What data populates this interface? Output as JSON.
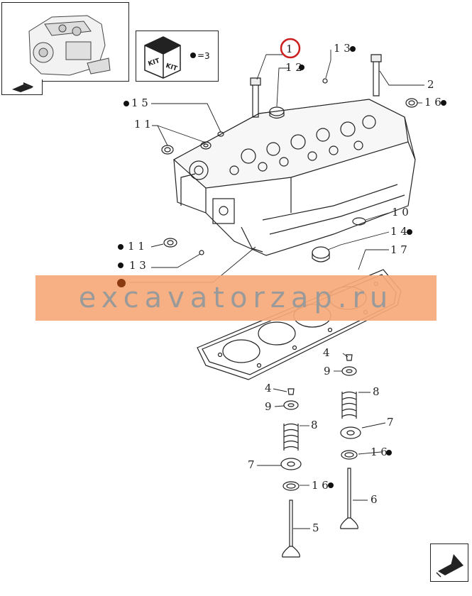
{
  "kit": {
    "label": "KIT",
    "quantity": "3"
  },
  "callouts": [
    {
      "id": "c1",
      "text": "1"
    },
    {
      "id": "c12",
      "text": "1 2"
    },
    {
      "id": "c13a",
      "text": "1 3"
    },
    {
      "id": "c2",
      "text": "2"
    },
    {
      "id": "c16",
      "text": "1 6"
    },
    {
      "id": "c15",
      "text": "1 5"
    },
    {
      "id": "c11a",
      "text": "1 1"
    },
    {
      "id": "c10",
      "text": "1 0"
    },
    {
      "id": "c14",
      "text": "1 4"
    },
    {
      "id": "c11b",
      "text": "1 1"
    },
    {
      "id": "c17",
      "text": "1 7"
    },
    {
      "id": "c13b",
      "text": "1 3"
    },
    {
      "id": "c4a",
      "text": "4"
    },
    {
      "id": "c9a",
      "text": "9"
    },
    {
      "id": "c8a",
      "text": "8"
    },
    {
      "id": "c7a",
      "text": "7"
    },
    {
      "id": "c16b",
      "text": "1 6"
    },
    {
      "id": "c6",
      "text": "6"
    },
    {
      "id": "c4b",
      "text": "4"
    },
    {
      "id": "c9b",
      "text": "9"
    },
    {
      "id": "c8b",
      "text": "8"
    },
    {
      "id": "c7b",
      "text": "7"
    },
    {
      "id": "c16c",
      "text": "1 6"
    },
    {
      "id": "c5",
      "text": "5"
    }
  ],
  "watermark": "excavatorzap.ru",
  "colors": {
    "highlight": "#cc1f1f",
    "line": "#222222",
    "band": "#f5a97a",
    "marker": "#111111"
  },
  "icons": [
    "engine-thumbnail-icon",
    "kit-box-icon",
    "next-page-arrow-icon"
  ]
}
